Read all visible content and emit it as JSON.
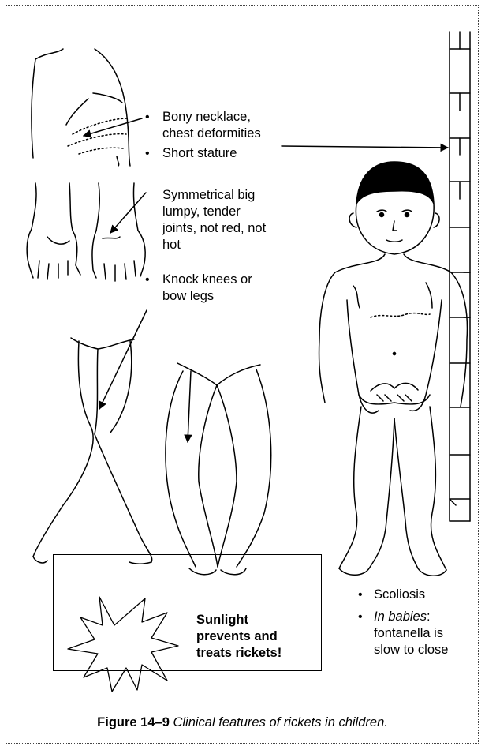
{
  "labels": {
    "necklace_line1": "Bony necklace,",
    "necklace_line2": "chest deformities",
    "short_stature": "Short stature",
    "joints_line1": "Symmetrical big",
    "joints_line2": "lumpy, tender",
    "joints_line3": "joints, not red, not",
    "joints_line4": "hot",
    "knees_line1": "Knock knees or",
    "knees_line2": "bow legs",
    "scoliosis": "Scoliosis",
    "babies_prefix": "In babies",
    "babies_colon": ":",
    "babies_line2": "fontanella is",
    "babies_line3": "slow to close"
  },
  "callout": {
    "line1": "Sunlight",
    "line2": "prevents and",
    "line3": "treats rickets!"
  },
  "caption": {
    "label": "Figure 14–9",
    "text": "Clinical features of rickets in children."
  },
  "bullet_glyph": "•"
}
